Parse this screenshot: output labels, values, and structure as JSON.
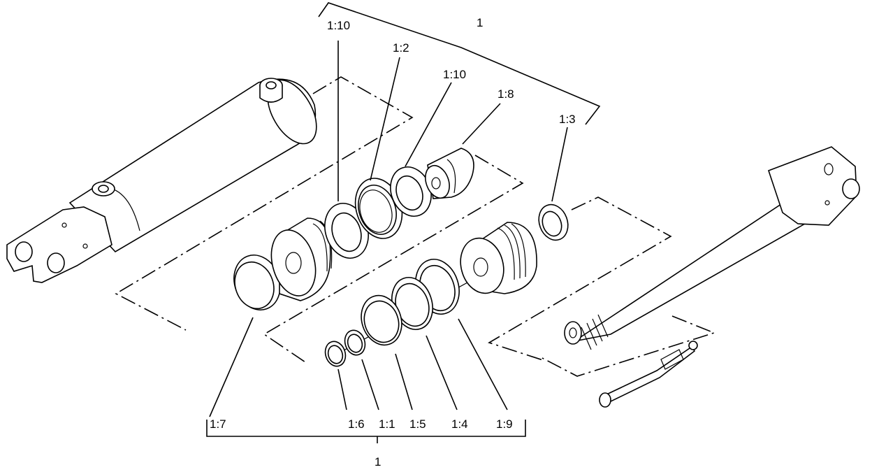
{
  "callouts": {
    "assembly_top": "1",
    "assembly_bottom": "1",
    "seal_1_10_a": "1:10",
    "seal_1_2": "1:2",
    "seal_1_10_b": "1:10",
    "seal_1_8": "1:8",
    "seal_1_3": "1:3",
    "seal_1_7": "1:7",
    "seal_1_6": "1:6",
    "seal_1_1": "1:1",
    "seal_1_5": "1:5",
    "seal_1_4": "1:4",
    "seal_1_9": "1:9"
  }
}
